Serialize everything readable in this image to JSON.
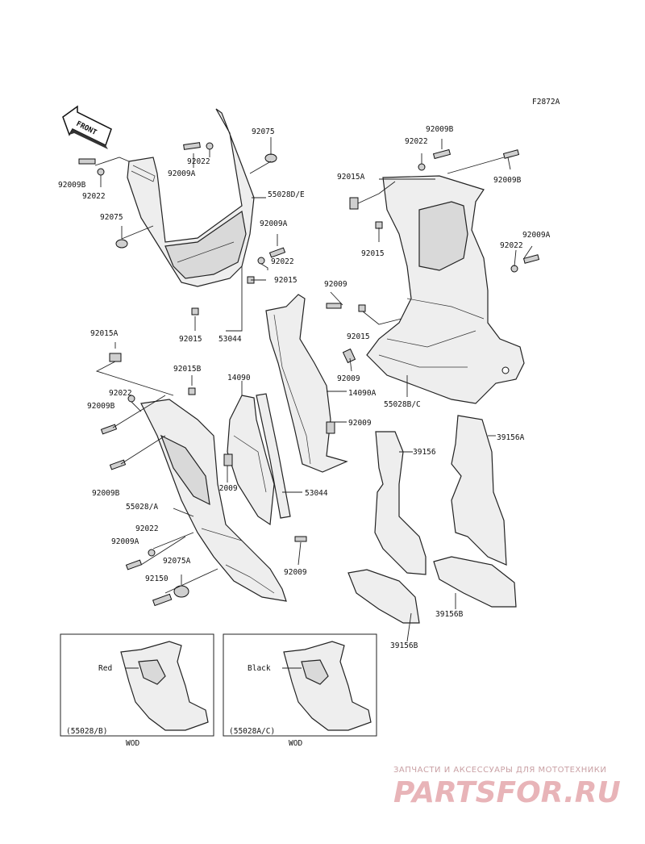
{
  "figure_code": "F2872A",
  "front_arrow_label": "FRONT",
  "labels": {
    "l_92075_top": "92075",
    "l_92022_a": "92022",
    "l_92009A_a": "92009A",
    "l_55028DE": "55028D/E",
    "l_92009B_a": "92009B",
    "l_92022_b": "92022",
    "l_92075_b": "92075",
    "l_92009A_b": "92009A",
    "l_92022_c": "92022",
    "l_92015_a": "92015",
    "l_92015_b": "92015",
    "l_53044_a": "53044",
    "l_92009B_c": "92009B",
    "l_92022_d": "92022",
    "l_92015A_a": "92015A",
    "l_92009B_d": "92009B",
    "l_92015_c": "92015",
    "l_92009A_c": "92009A",
    "l_92022_e": "92022",
    "l_92009_a": "92009",
    "l_92015_d": "92015",
    "l_92009_b": "92009",
    "l_14090A": "14090A",
    "l_55028BC": "55028B/C",
    "l_92015A_b": "92015A",
    "l_92015B": "92015B",
    "l_14090": "14090",
    "l_92022_f": "92022",
    "l_92009B_e": "92009B",
    "l_92009_c": "92009",
    "l_39156": "39156",
    "l_39156A": "39156A",
    "l_92009B_f": "92009B",
    "l_92009_d": "92009",
    "l_53044_b": "53044",
    "l_55028A": "55028/A",
    "l_92022_g": "92022",
    "l_92009A_d": "92009A",
    "l_92075A": "92075A",
    "l_92150": "92150",
    "l_92009_e": "92009",
    "l_39156B_a": "39156B",
    "l_39156B_b": "39156B"
  },
  "inset_left": {
    "color_label": "Red",
    "part_label": "(55028/B)",
    "code": "WOD"
  },
  "inset_right": {
    "color_label": "Black",
    "part_label": "(55028A/C)",
    "code": "WOD"
  },
  "watermark": {
    "tagline": "ЗАПЧАСТИ И АКСЕССУАРЫ ДЛЯ МОТОТЕХНИКИ",
    "logo": "PARTSFOR.RU",
    "logo_color": "#e8b4b8"
  }
}
